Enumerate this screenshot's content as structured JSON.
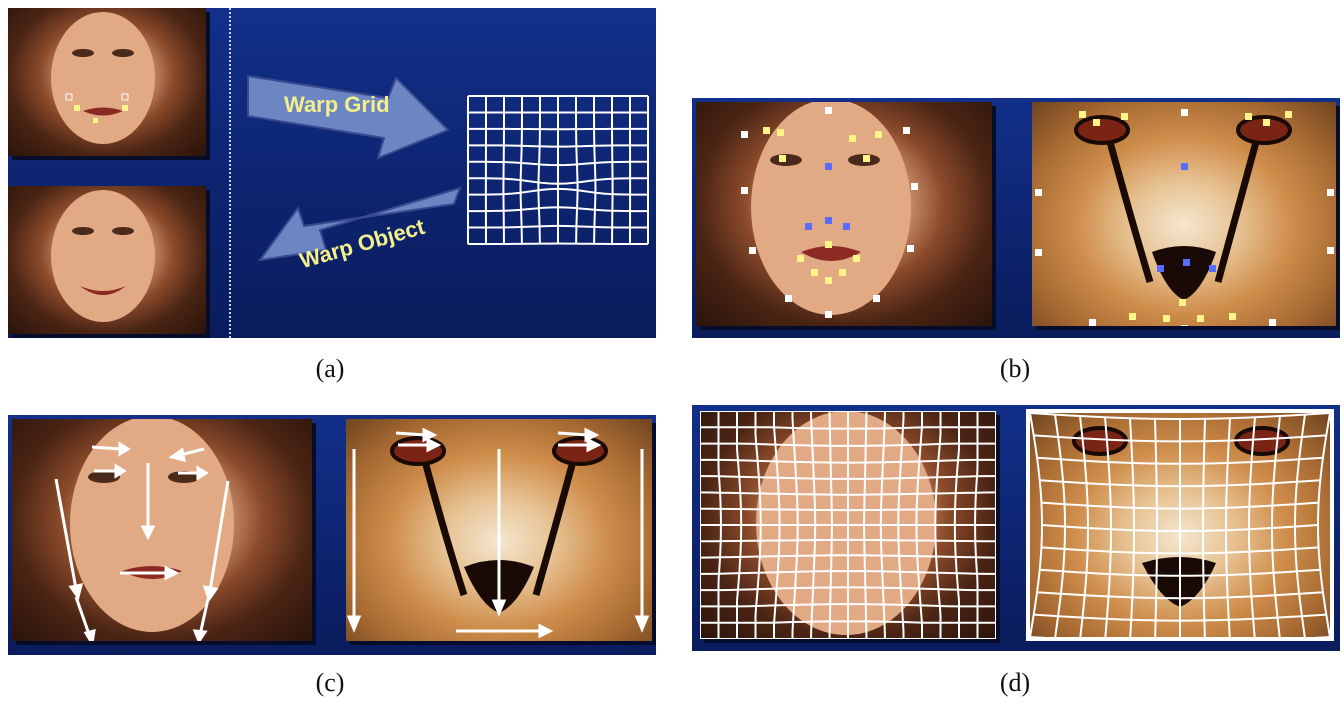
{
  "figure": {
    "panels": [
      {
        "id": "a",
        "caption": "(a)",
        "warp_grid_label": "Warp Grid",
        "warp_object_label": "Warp Object"
      },
      {
        "id": "b",
        "caption": "(b)"
      },
      {
        "id": "c",
        "caption": "(c)"
      },
      {
        "id": "d",
        "caption": "(d)"
      }
    ]
  },
  "colors": {
    "panel_blue": "#12308a",
    "arrow_blue": "#6c86c4",
    "label_yellow": "#f3ef8a",
    "marker_white": "#ffffff",
    "marker_yellow": "#fff48a",
    "marker_blue": "#5a6cff"
  }
}
